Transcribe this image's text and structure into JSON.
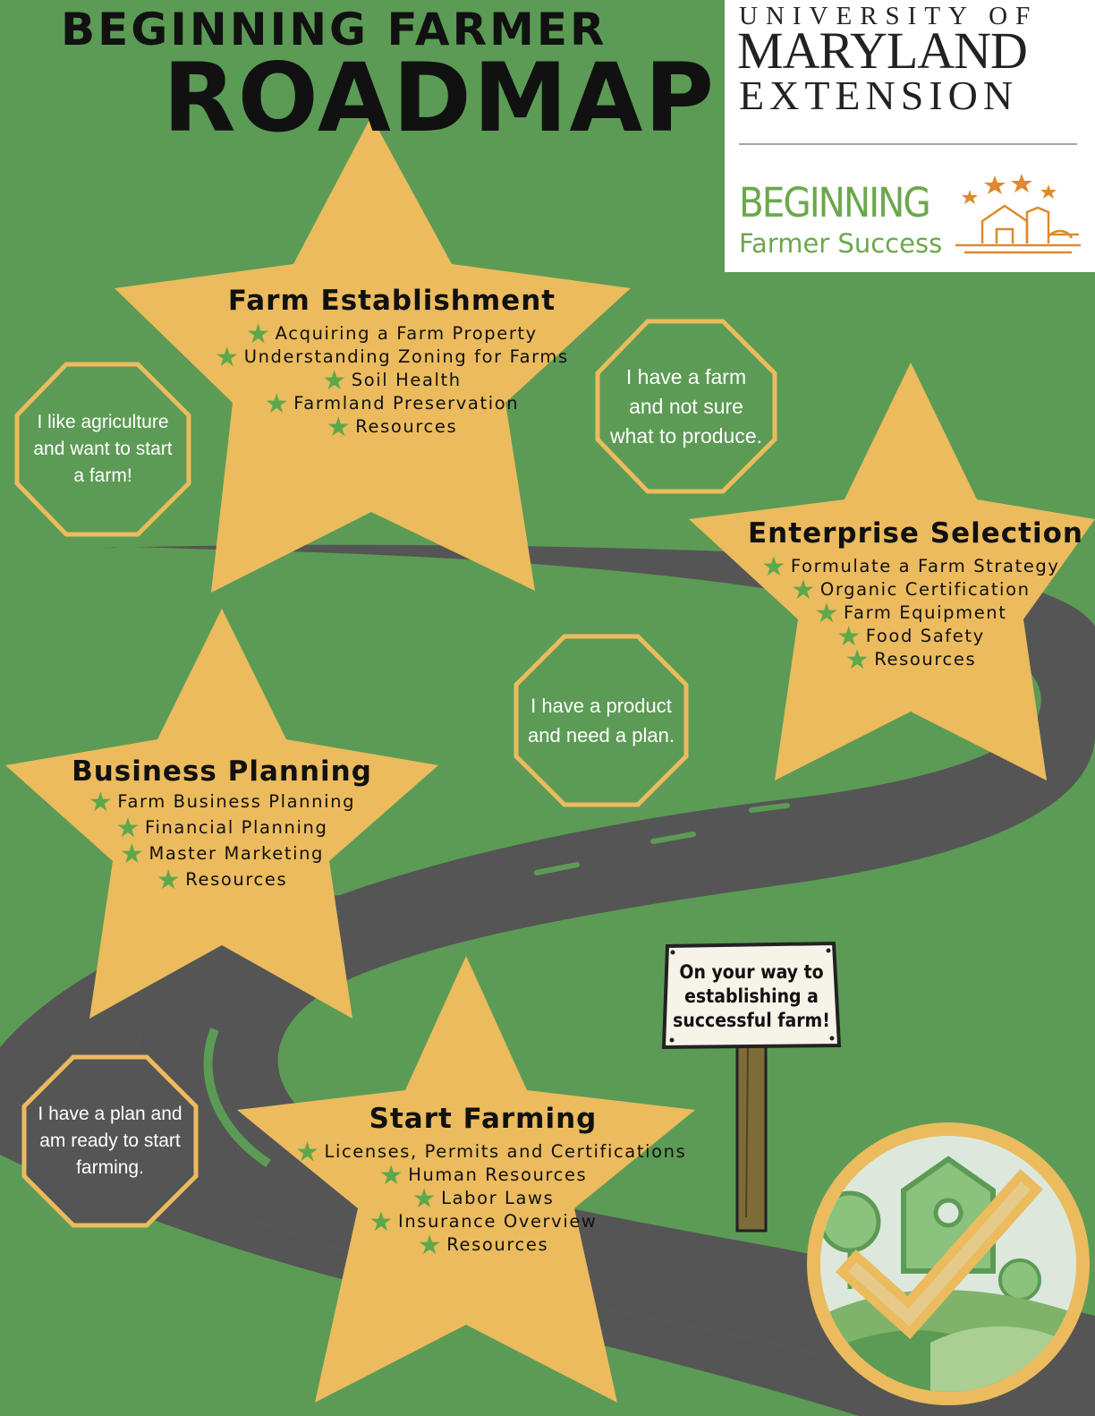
{
  "header": {
    "title_line1": "BEGINNING FARMER",
    "title_line2": "ROADMAP"
  },
  "logo": {
    "line1": "UNIVERSITY OF",
    "line2": "MARYLAND",
    "line3": "EXTENSION",
    "program_line1": "BEGINNING",
    "program_line2": "Farmer Success"
  },
  "sections": {
    "farm_establishment": {
      "title": "Farm Establishment",
      "items": [
        "Acquiring a Farm Property",
        "Understanding Zoning for Farms",
        "Soil Health",
        "Farmland Preservation",
        "Resources"
      ]
    },
    "enterprise_selection": {
      "title": "Enterprise Selection",
      "items": [
        "Formulate a Farm Strategy",
        "Organic Certification",
        "Farm Equipment",
        "Food Safety",
        "Resources"
      ]
    },
    "business_planning": {
      "title": "Business Planning",
      "items": [
        "Farm Business Planning",
        "Financial Planning",
        "Master Marketing",
        "Resources"
      ]
    },
    "start_farming": {
      "title": "Start Farming",
      "items": [
        "Licenses, Permits and Certifications",
        "Human Resources",
        "Labor Laws",
        "Insurance Overview",
        "Resources"
      ]
    }
  },
  "prompts": {
    "p1": [
      "I like agriculture",
      "and want to start",
      "a farm!"
    ],
    "p2": [
      "I have a farm",
      "and not sure",
      "what to produce."
    ],
    "p3": [
      "I have a product",
      "and need a plan."
    ],
    "p4": [
      "I have a plan and",
      "am ready to start",
      "farming."
    ]
  },
  "sign": {
    "lines": [
      "On your way to",
      "establishing a",
      "successful farm!"
    ]
  },
  "colors": {
    "background": "#5c9b55",
    "star": "#ebbb5e",
    "road": "#555555",
    "bullet_star": "#5ea84c",
    "octagon_border": "#ebbb5e"
  },
  "icons": {
    "bullet": "star-icon",
    "badge": "farm-checkmark-badge-icon",
    "logo_program": "barn-stars-icon"
  }
}
